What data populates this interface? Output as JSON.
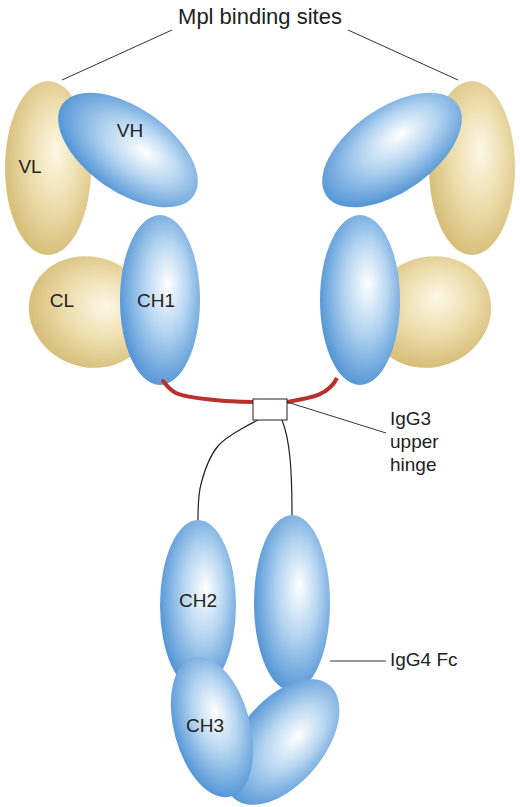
{
  "diagram": {
    "nodes": [
      {
        "text": [
          "VL"
        ]
      },
      {
        "text": [
          "VH"
        ]
      },
      {
        "text": [
          "CL"
        ]
      },
      {
        "text": [
          "CH1"
        ]
      },
      {
        "text": [
          "CH2"
        ]
      },
      {
        "text": [
          "CH3"
        ]
      }
    ],
    "edges": [
      {
        "from": 3,
        "to": 4,
        "arrow": "none"
      }
    ],
    "labels": [
      "Mpl binding sites",
      "IgG3 upper hinge",
      "IgG4 Fc"
    ]
  }
}
